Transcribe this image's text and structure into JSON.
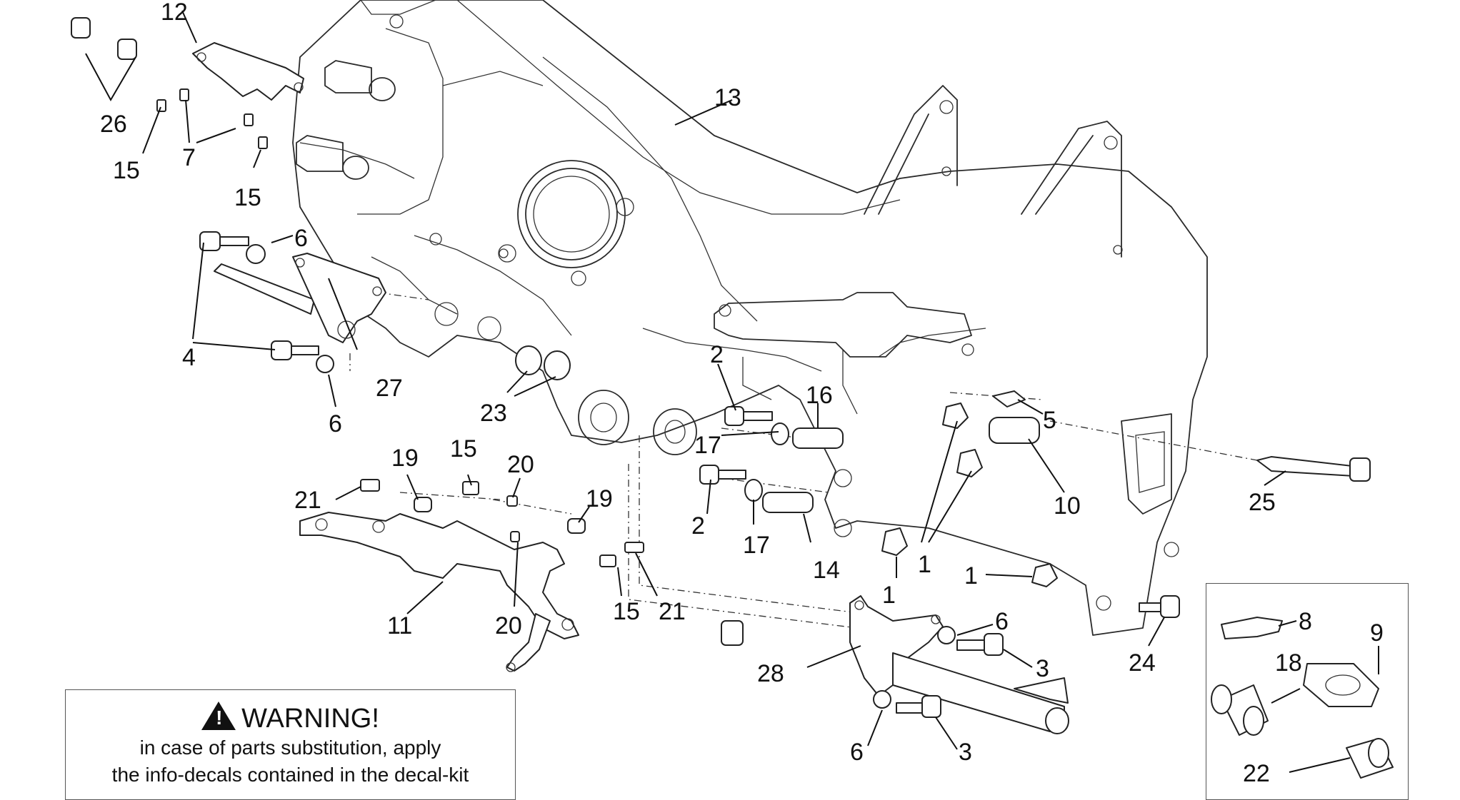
{
  "diagram": {
    "callouts": [
      {
        "id": "c12",
        "text": "12"
      },
      {
        "id": "c26",
        "text": "26"
      },
      {
        "id": "c15a",
        "text": "15"
      },
      {
        "id": "c7",
        "text": "7"
      },
      {
        "id": "c15b",
        "text": "15"
      },
      {
        "id": "c13",
        "text": "13"
      },
      {
        "id": "c6a",
        "text": "6"
      },
      {
        "id": "c4",
        "text": "4"
      },
      {
        "id": "c27",
        "text": "27"
      },
      {
        "id": "c6b",
        "text": "6"
      },
      {
        "id": "c23",
        "text": "23"
      },
      {
        "id": "c2a",
        "text": "2"
      },
      {
        "id": "c16",
        "text": "16"
      },
      {
        "id": "c17a",
        "text": "17"
      },
      {
        "id": "c5",
        "text": "5"
      },
      {
        "id": "c10",
        "text": "10"
      },
      {
        "id": "c25",
        "text": "25"
      },
      {
        "id": "c19a",
        "text": "19"
      },
      {
        "id": "c15c",
        "text": "15"
      },
      {
        "id": "c20a",
        "text": "20"
      },
      {
        "id": "c21a",
        "text": "21"
      },
      {
        "id": "c19b",
        "text": "19"
      },
      {
        "id": "c2b",
        "text": "2"
      },
      {
        "id": "c17b",
        "text": "17"
      },
      {
        "id": "c14",
        "text": "14"
      },
      {
        "id": "c1a",
        "text": "1"
      },
      {
        "id": "c1b",
        "text": "1"
      },
      {
        "id": "c1c",
        "text": "1"
      },
      {
        "id": "c11",
        "text": "11"
      },
      {
        "id": "c20b",
        "text": "20"
      },
      {
        "id": "c15d",
        "text": "15"
      },
      {
        "id": "c21b",
        "text": "21"
      },
      {
        "id": "c6c",
        "text": "6"
      },
      {
        "id": "c3a",
        "text": "3"
      },
      {
        "id": "c28",
        "text": "28"
      },
      {
        "id": "c24",
        "text": "24"
      },
      {
        "id": "c8",
        "text": "8"
      },
      {
        "id": "c9",
        "text": "9"
      },
      {
        "id": "c18",
        "text": "18"
      },
      {
        "id": "c6d",
        "text": "6"
      },
      {
        "id": "c3b",
        "text": "3"
      },
      {
        "id": "c22",
        "text": "22"
      }
    ]
  },
  "warning": {
    "title": "WARNING!",
    "line1": "in case of parts substitution, apply",
    "line2": "the info-decals contained in the decal-kit"
  },
  "colors": {
    "ink": "#222222",
    "background": "#ffffff"
  }
}
